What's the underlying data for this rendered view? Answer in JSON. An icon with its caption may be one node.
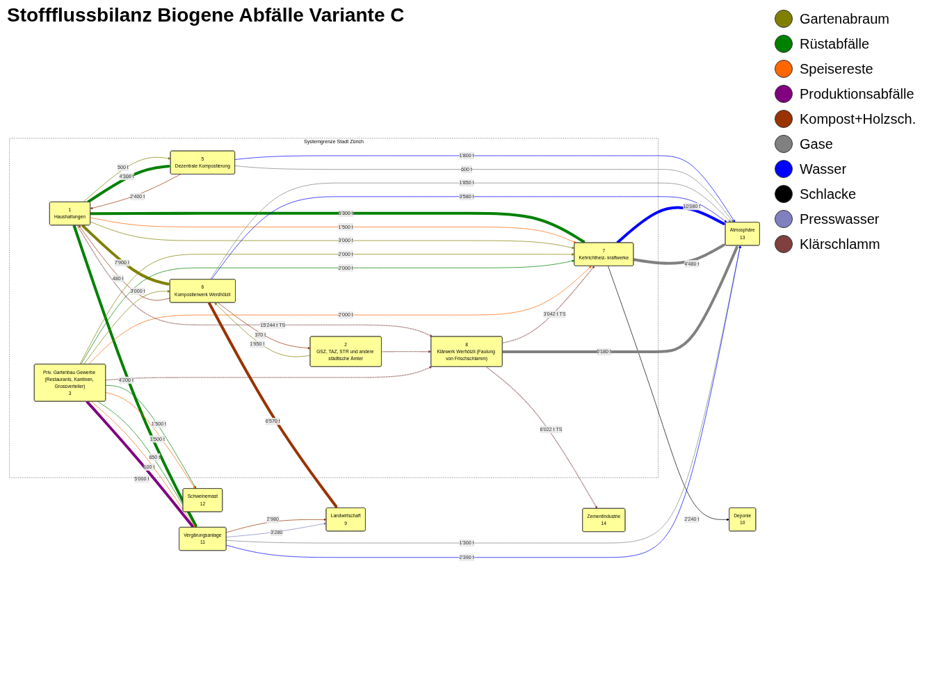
{
  "diagram": {
    "title": "Stoffflussbilanz Biogene Abfälle Variante C",
    "nodes": [
      {
        "text": [
          "Atmosphäre",
          "13"
        ]
      },
      {
        "text": [
          "Systemgrenze Stadt Zürich"
        ]
      },
      {
        "text": [
          "1",
          "Haushaltungen"
        ],
        "in": 1
      },
      {
        "text": [
          "2",
          "GSZ, TAZ, STR und andere städtische Ämter"
        ],
        "in": 1
      },
      {
        "text": [
          "Priv. Gartenbau Gewerbe (Restaurants, Kantinen, Grossverteiler)",
          "3"
        ],
        "in": 1
      },
      {
        "text": [
          "5",
          "Dezentrale Kompostierung"
        ],
        "in": 1
      },
      {
        "text": [
          "6",
          "Kompostierwerk Werdhölzli"
        ],
        "in": 1
      },
      {
        "text": [
          "7",
          "Kehrichtheiz- kraftwerke"
        ],
        "in": 1
      },
      {
        "text": [
          "8",
          "Klärwerk Werhölzli (Faulung von Frischschlamm)"
        ],
        "in": 1
      },
      {
        "text": [
          "Landwirtschaft",
          "9"
        ]
      },
      {
        "text": [
          "Deponie",
          "10"
        ]
      },
      {
        "text": [
          "Vergärungsanlage",
          "11"
        ]
      },
      {
        "text": [
          "Schweinemast",
          "12"
        ]
      },
      {
        "text": [
          "Zementindustrie",
          "14"
        ]
      }
    ],
    "edges": [
      {
        "from": 2,
        "to": 5,
        "arrow": "to",
        "label": "500 t",
        "color": "#808000"
      },
      {
        "from": 2,
        "to": 5,
        "arrow": "to",
        "label": "4'300 t",
        "style": "thick",
        "color": "#008000"
      },
      {
        "from": 2,
        "to": 6,
        "arrow": "to",
        "label": "7'900 t",
        "style": "thick",
        "color": "#808000"
      },
      {
        "from": 2,
        "to": 7,
        "arrow": "to",
        "label": "6'300 t",
        "style": "thick",
        "color": "#008000"
      },
      {
        "from": 2,
        "to": 7,
        "arrow": "to",
        "label": "1'500 t",
        "color": "#ff6600"
      },
      {
        "from": 2,
        "to": 7,
        "arrow": "to",
        "label": "3'000 t",
        "color": "#808000"
      },
      {
        "from": 2,
        "to": 11,
        "arrow": "to",
        "label": "4'200 t",
        "style": "thick",
        "color": "#008000"
      },
      {
        "from": 5,
        "to": 2,
        "arrow": "to",
        "label": "2'400 t",
        "color": "#993300"
      },
      {
        "from": 6,
        "to": 2,
        "arrow": "to",
        "label": "480 t",
        "color": "#993300"
      },
      {
        "from": 6,
        "to": 3,
        "arrow": "to",
        "label": "370 t",
        "color": "#993300"
      },
      {
        "from": 3,
        "to": 6,
        "arrow": "to",
        "label": "1'950 t",
        "color": "#808000"
      },
      {
        "from": 4,
        "to": 6,
        "arrow": "to",
        "label": "3'000 t",
        "color": "#808000"
      },
      {
        "from": 4,
        "to": 7,
        "arrow": "to",
        "label": "2'000 t",
        "color": "#808000"
      },
      {
        "from": 4,
        "to": 7,
        "arrow": "to",
        "label": "2'000 t",
        "color": "#008000"
      },
      {
        "from": 4,
        "to": 7,
        "arrow": "to",
        "label": "2'000 t",
        "color": "#ff6600"
      },
      {
        "from": 4,
        "to": 11,
        "arrow": "to",
        "label": "650 t",
        "color": "#008000"
      },
      {
        "from": 4,
        "to": 11,
        "arrow": "to",
        "label": "100 t",
        "color": "#ff6600"
      },
      {
        "from": 4,
        "to": 11,
        "arrow": "to",
        "label": "5'000 t",
        "style": "thick",
        "color": "#800080"
      },
      {
        "from": 4,
        "to": 12,
        "arrow": "to",
        "label": "1'500 t",
        "color": "#008000"
      },
      {
        "from": 4,
        "to": 12,
        "arrow": "to",
        "label": "1'500 t",
        "color": "#ff6600"
      },
      {
        "from": 2,
        "to": 8,
        "arrow": "to",
        "label": "15'244 t TS",
        "style": "dashed",
        "color": "#804040"
      },
      {
        "from": 3,
        "to": 8,
        "arrow": "to",
        "style": "dashed",
        "color": "#804040"
      },
      {
        "from": 4,
        "to": 8,
        "arrow": "to",
        "style": "dashed",
        "color": "#804040"
      },
      {
        "from": 5,
        "to": 0,
        "arrow": "to",
        "label": "1'800 t",
        "color": "#0000ff"
      },
      {
        "from": 5,
        "to": 0,
        "arrow": "to",
        "label": "600 t",
        "color": "#808080"
      },
      {
        "from": 6,
        "to": 0,
        "arrow": "to",
        "label": "1'850 t",
        "color": "#808080"
      },
      {
        "from": 6,
        "to": 0,
        "arrow": "to",
        "label": "3'580 t",
        "color": "#0000ff"
      },
      {
        "from": 6,
        "to": 9,
        "arrow": "to",
        "label": "6'570 t",
        "style": "thick",
        "color": "#993300"
      },
      {
        "from": 7,
        "to": 0,
        "arrow": "to",
        "label": "10'080 t",
        "style": "thick",
        "color": "#0000ff"
      },
      {
        "from": 7,
        "to": 0,
        "arrow": "to",
        "label": "4'480 t",
        "style": "thick",
        "color": "#808080"
      },
      {
        "from": 7,
        "to": 10,
        "arrow": "to",
        "label": "2'240 t",
        "color": "#000000"
      },
      {
        "from": 8,
        "to": 7,
        "arrow": "to",
        "label": "3'042  t TS",
        "style": "dashed",
        "color": "#804040"
      },
      {
        "from": 8,
        "to": 0,
        "arrow": "to",
        "label": "6'180  t",
        "style": "thick",
        "color": "#808080"
      },
      {
        "from": 8,
        "to": 13,
        "arrow": "to",
        "label": "6'022 t TS",
        "style": "dashed",
        "color": "#804040"
      },
      {
        "from": 11,
        "to": 0,
        "arrow": "to",
        "label": "1'300 t",
        "color": "#808080"
      },
      {
        "from": 11,
        "to": 0,
        "arrow": "to",
        "label": "2'390 t",
        "color": "#0000ff"
      },
      {
        "from": 11,
        "to": 9,
        "arrow": "to",
        "label": "2'980",
        "color": "#993300"
      },
      {
        "from": 11,
        "to": 9,
        "arrow": "to",
        "label": "3'280",
        "color": "#8080c0"
      }
    ],
    "legend": [
      {
        "text": "Gartenabraum",
        "color": "#808000"
      },
      {
        "text": "Rüstabfälle",
        "color": "#008000"
      },
      {
        "text": "Speisereste",
        "color": "#ff6600"
      },
      {
        "text": "Produktionsabfälle",
        "color": "#800080"
      },
      {
        "text": "Kompost+Holzsch.",
        "color": "#993300"
      },
      {
        "text": "Gase",
        "color": "#808080"
      },
      {
        "text": "Wasser",
        "color": "#0000ff"
      },
      {
        "text": "Schlacke",
        "color": "#000000"
      },
      {
        "text": "Presswasser",
        "color": "#8080c0"
      },
      {
        "text": "Klärschlamm",
        "color": "#804040"
      }
    ]
  }
}
